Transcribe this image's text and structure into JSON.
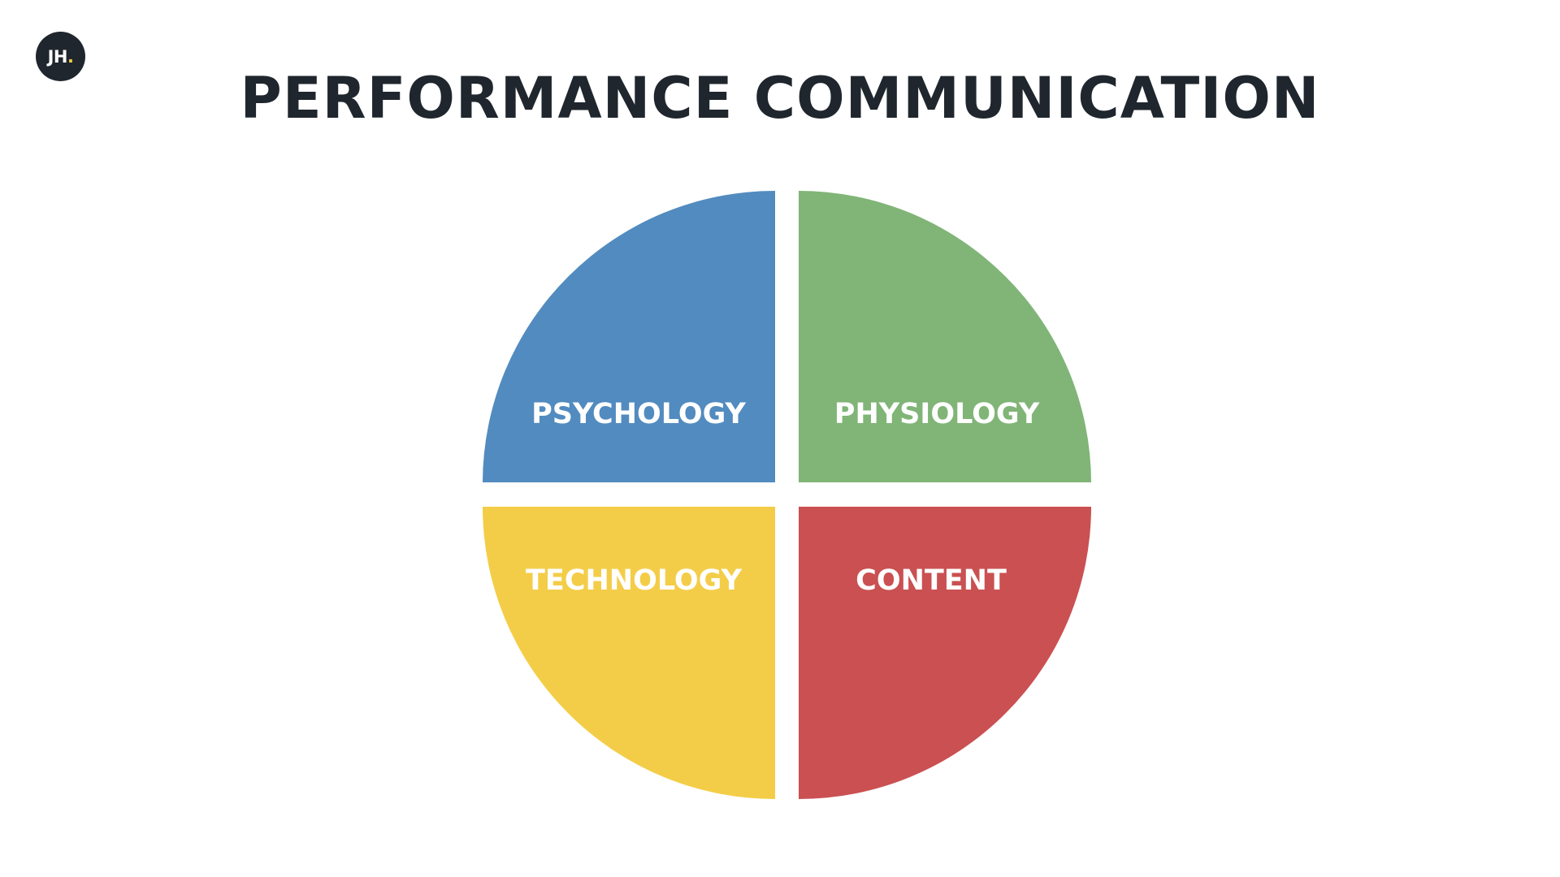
{
  "logo": {
    "initials": "JH",
    "dot": ".",
    "colors": {
      "background": "#1f262d",
      "text": "#ffffff",
      "dot": "#f5cc45"
    }
  },
  "title": "PERFORMANCE COMMUNICATION",
  "quadrants": [
    {
      "label": "PSYCHOLOGY",
      "position": "top-left",
      "color": "#528bbf"
    },
    {
      "label": "PHYSIOLOGY",
      "position": "top-right",
      "color": "#80b577"
    },
    {
      "label": "TECHNOLOGY",
      "position": "bottom-left",
      "color": "#f4cd48"
    },
    {
      "label": "CONTENT",
      "position": "bottom-right",
      "color": "#ca5052"
    }
  ],
  "colors": {
    "title": "#1f262d",
    "label": "#ffffff",
    "background": "#ffffff"
  }
}
